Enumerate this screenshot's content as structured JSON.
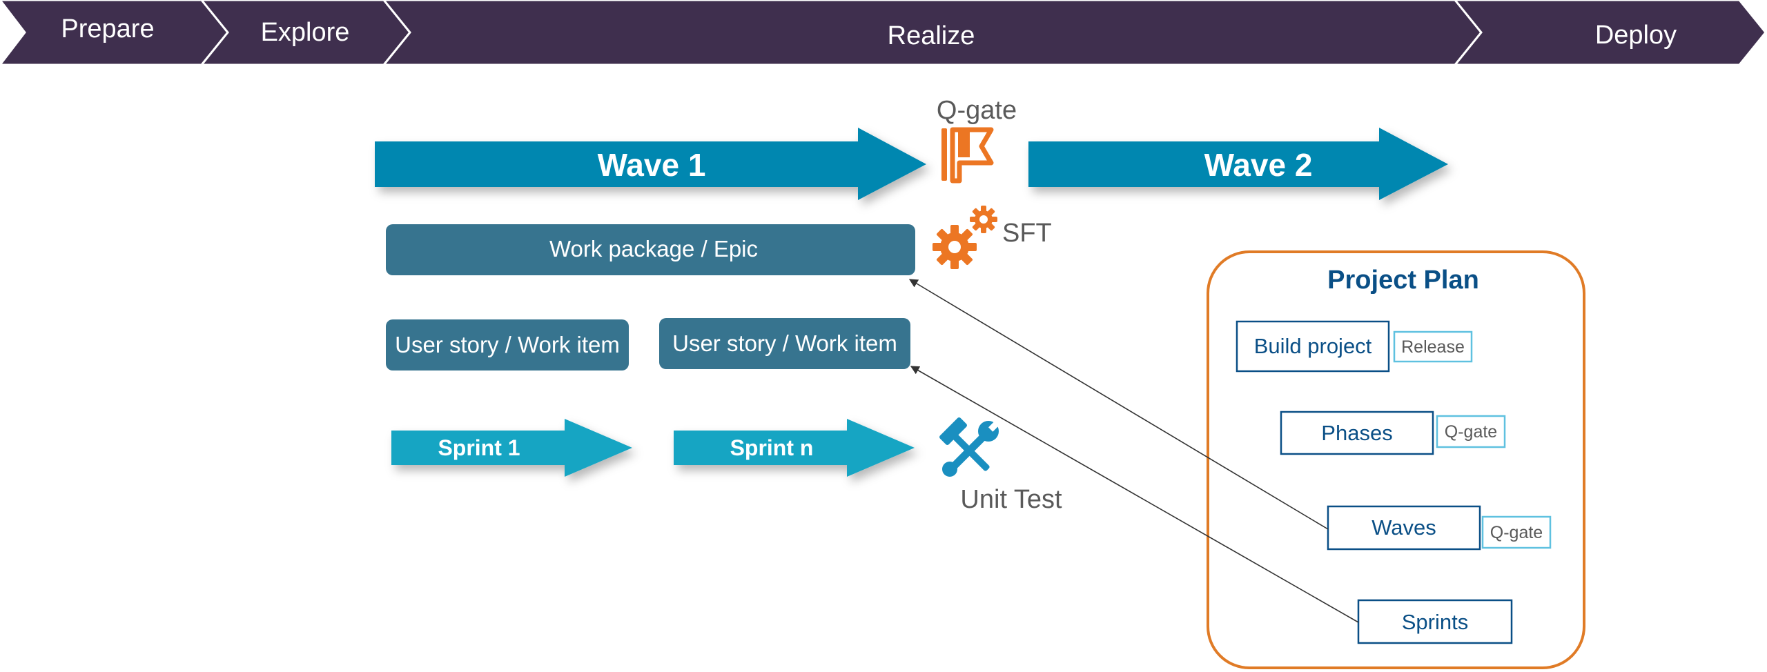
{
  "phases": [
    "Prepare",
    "Explore",
    "Realize",
    "Deploy"
  ],
  "waves": {
    "wave1": "Wave 1",
    "wave2": "Wave 2"
  },
  "qgate_label": "Q-gate",
  "work_package": "Work package / Epic",
  "sft_label": "SFT",
  "user_stories": [
    "User story / Work item",
    "User story / Work item"
  ],
  "sprints": [
    "Sprint 1",
    "Sprint n"
  ],
  "unit_test_label": "Unit Test",
  "project_plan": {
    "title": "Project Plan",
    "items": [
      {
        "label": "Build project",
        "tag": "Release"
      },
      {
        "label": "Phases",
        "tag": "Q-gate"
      },
      {
        "label": "Waves",
        "tag": "Q-gate"
      },
      {
        "label": "Sprints",
        "tag": ""
      }
    ]
  },
  "icons": {
    "qgate": "flag-gate-icon",
    "sft": "gears-icon",
    "unit_test": "wrench-hammer-icon"
  },
  "colors": {
    "phase_bar": "#3f2f4e",
    "wave_arrow": "#0587b0",
    "box": "#37748f",
    "sprint_arrow": "#15a5c3",
    "accent_orange": "#ec7623",
    "plan_border": "#e07b26",
    "plan_text": "#0a4f86",
    "tag_border": "#5fc1e0"
  }
}
